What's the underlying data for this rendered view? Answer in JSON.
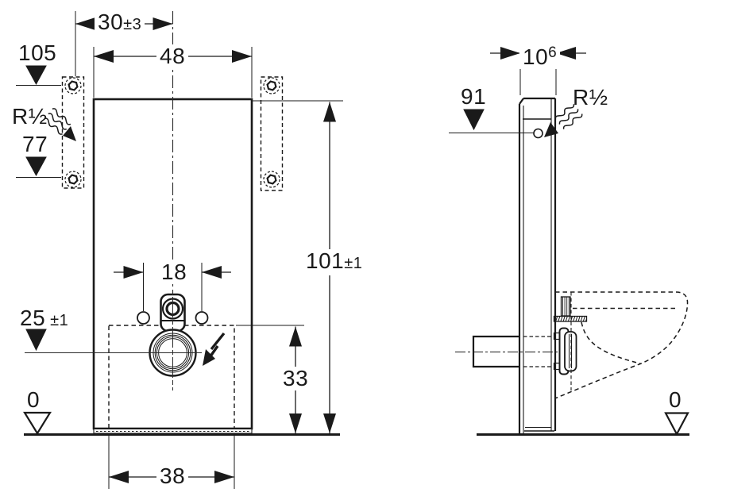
{
  "colors": {
    "ink": "#1a1a1a",
    "thin_line": "#3a3a3a",
    "background": "#ffffff"
  },
  "front_view": {
    "dim_offset_top": {
      "value": "30",
      "tolerance": "±3"
    },
    "dim_width": "48",
    "level_flush_connection": "105",
    "supply_label": "R½",
    "level_supply": "77",
    "dim_fixing_distance": "18",
    "level_outlet": {
      "value": "25",
      "tolerance": "±1"
    },
    "dim_height": {
      "value": "101",
      "tolerance": "±1"
    },
    "dim_outlet_zone_height": "33",
    "level_floor": "0",
    "dim_base_width": "38"
  },
  "side_view": {
    "dim_depth": {
      "value": "10",
      "footnote": "6"
    },
    "level_supply": "91",
    "supply_label": "R½",
    "level_floor": "0"
  },
  "icons": {
    "level_marker_filled": "triangle-down-filled",
    "level_marker_open": "triangle-down-open",
    "supply_arrow": "squiggle-arrow",
    "electrical_connection": "lightning-bolt-arrow",
    "fixing_point": "bolt-in-dashed-circle"
  }
}
